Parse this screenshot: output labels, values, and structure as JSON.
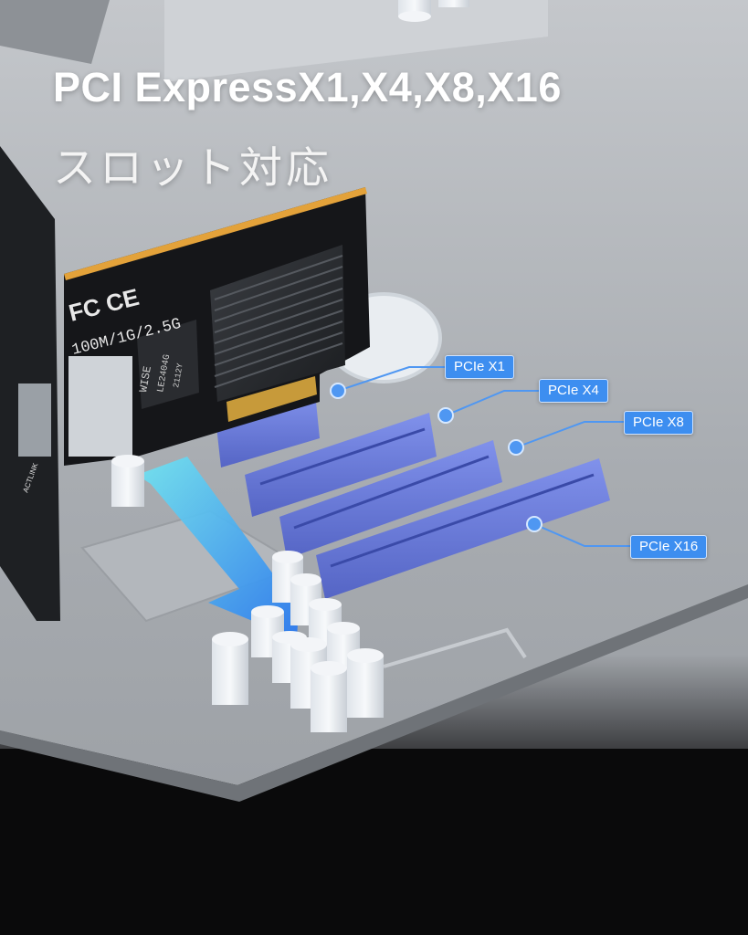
{
  "headline": "PCI ExpressX1,X4,X8,X16",
  "subline": "スロット対応",
  "slot_labels": {
    "x1": "PCIe X1",
    "x4": "PCIe X4",
    "x8": "PCIe X8",
    "x16": "PCIe X16"
  },
  "card": {
    "certifications": "FC CE",
    "speed_print": "100M/1G/2.5G",
    "chip_brand": "WISE",
    "chip_model": "LE2404G",
    "chip_code": "2112Y",
    "bracket_brand": "ACTLINK"
  },
  "colors": {
    "label_blue": "#3d8ef0",
    "slot_blue": "#5a6fd6",
    "arrow_cyan": "#54d8f0",
    "arrow_blue": "#2f7df0",
    "platform_gray": "#a7abb0"
  }
}
